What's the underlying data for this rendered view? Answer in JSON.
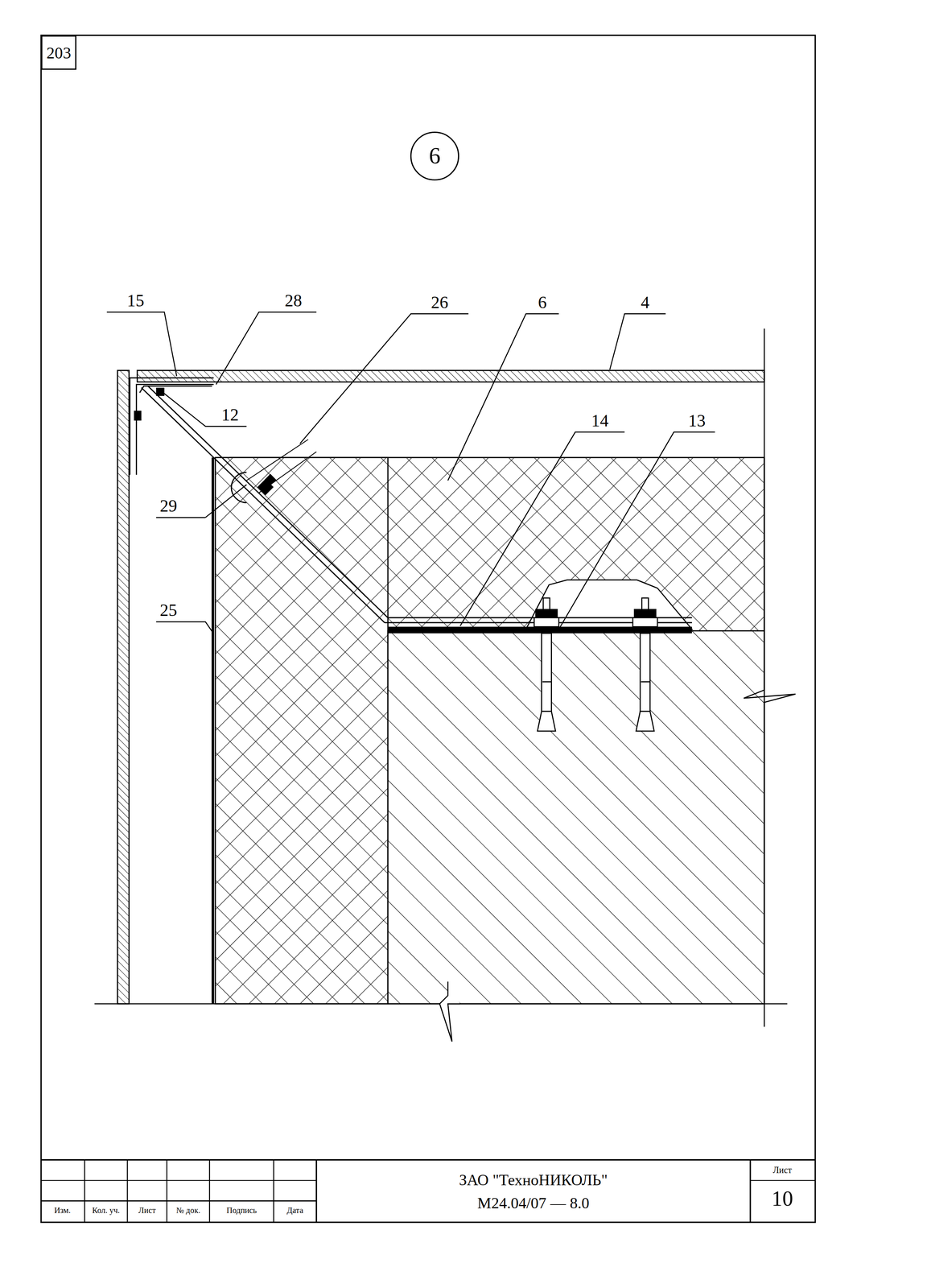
{
  "diagram": {
    "nodes": [
      {
        "text": [
          "203"
        ]
      },
      {
        "text": [
          "6"
        ]
      }
    ],
    "labels": [
      "15",
      "28",
      "26",
      "6",
      "4",
      "12",
      "14",
      "13",
      "29",
      "25",
      "Изм.",
      "Кол. уч.",
      "Лист",
      "№ док.",
      "Подпись",
      "Дата",
      "ЗАО \"ТехноНИКОЛЬ\"",
      "М24.04/07 — 8.0",
      "Лист",
      "10"
    ]
  }
}
